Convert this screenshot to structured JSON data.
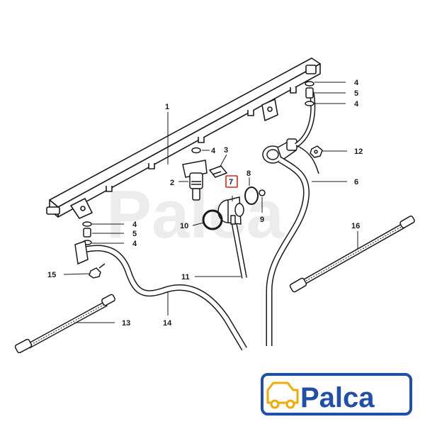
{
  "diagram": {
    "callouts": {
      "c1": "1",
      "c2": "2",
      "c3": "3",
      "c4a": "4",
      "c4b": "4",
      "c4c": "4",
      "c4d": "4",
      "c4e": "4",
      "c5a": "5",
      "c5b": "5",
      "c6": "6",
      "c7": "7",
      "c8": "8",
      "c9": "9",
      "c10": "10",
      "c11": "11",
      "c12": "12",
      "c13": "13",
      "c14": "14",
      "c15": "15",
      "c16": "16"
    },
    "highlight_color": "#e0201b",
    "line_color": "#1a1a1a",
    "watermark_text": "Palca"
  },
  "brand": {
    "logo_text": "Palca",
    "logo_color": "#1f4fa8",
    "accent_color": "#f2a900"
  }
}
